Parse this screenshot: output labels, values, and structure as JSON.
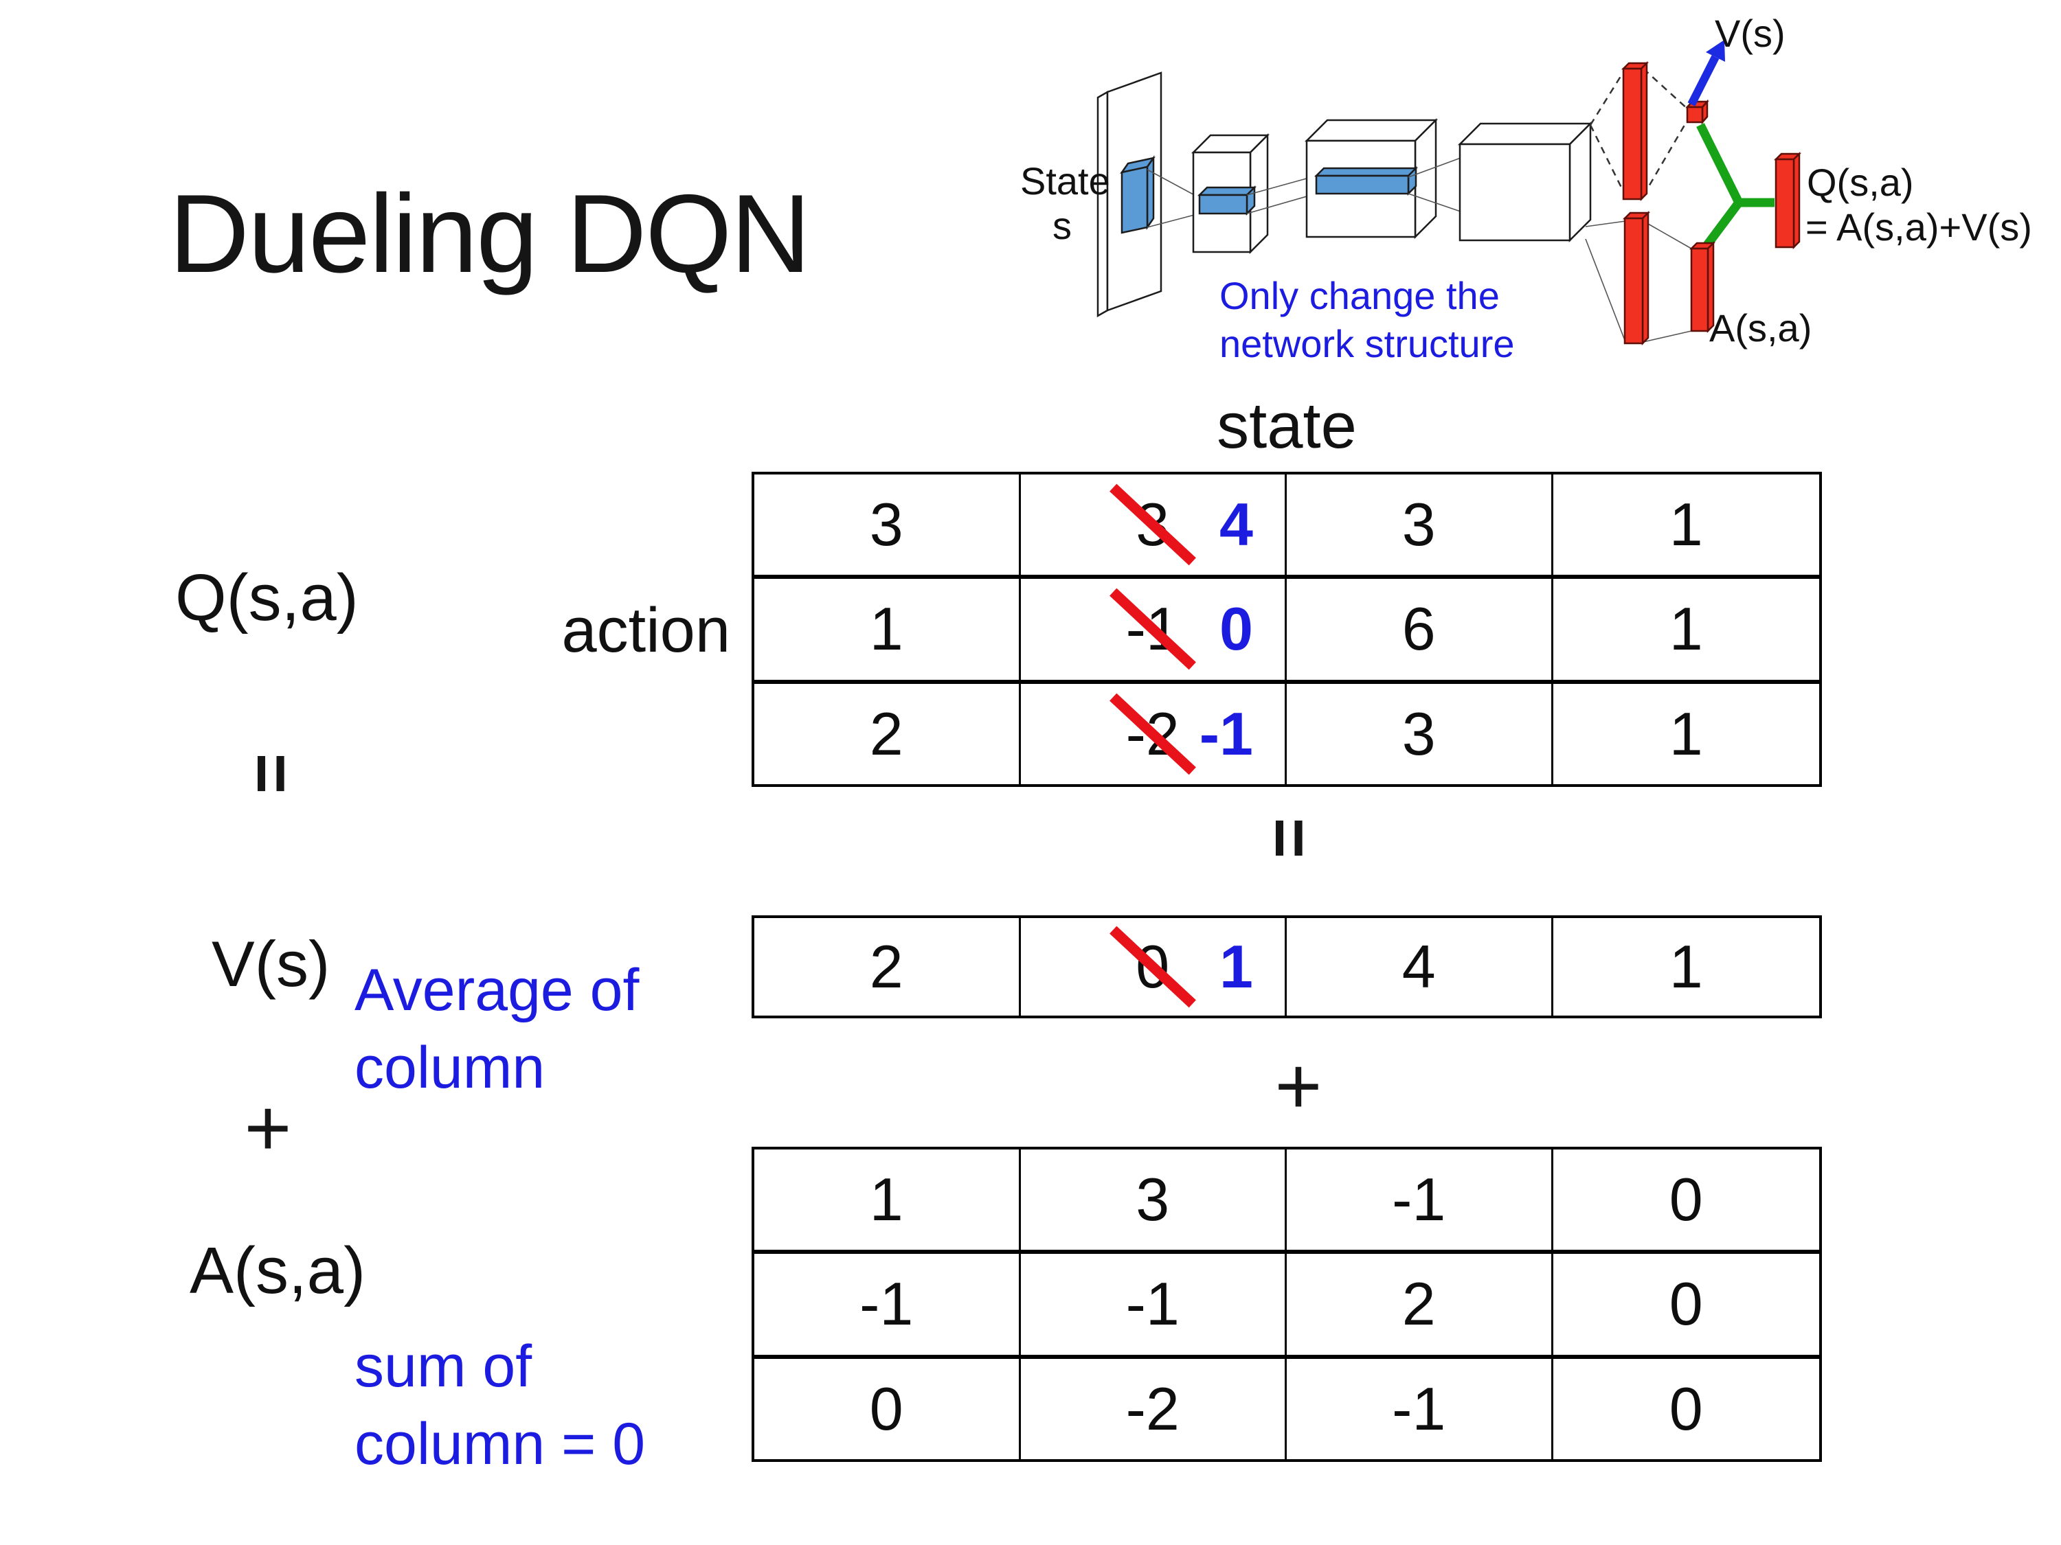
{
  "slide": {
    "title": "Dueling DQN"
  },
  "colors": {
    "text_blue": "#1c1ce0",
    "cross_red": "#e8131a",
    "bar_red": "#f13122",
    "slab_blue": "#5b9bd5",
    "merge_green": "#17a217",
    "arrow_blue": "#1c2be2"
  },
  "diagram": {
    "state_label_line1": "State",
    "state_label_line2": "s",
    "note_line1": "Only change the",
    "note_line2": "network structure",
    "value_output_label": "V(s)",
    "q_output_label": "Q(s,a)",
    "q_output_formula": "= A(s,a)+V(s)",
    "advantage_output_label": "A(s,a)"
  },
  "matrix": {
    "state_axis_label": "state",
    "action_axis_label": "action",
    "q_label": "Q(s,a)",
    "v_label": "V(s)",
    "a_label": "A(s,a)",
    "equals_symbol": "=",
    "plus_symbol": "+",
    "average_note_line1": "Average of",
    "average_note_line2": "column",
    "sum_note_line1": "sum of",
    "sum_note_line2": "column = 0",
    "q_rows": [
      {
        "c0": "3",
        "c1_old": "3",
        "c1_new": "4",
        "c2": "3",
        "c3": "1"
      },
      {
        "c0": "1",
        "c1_old": "-1",
        "c1_new": "0",
        "c2": "6",
        "c3": "1"
      },
      {
        "c0": "2",
        "c1_old": "-2",
        "c1_new": "-1",
        "c2": "3",
        "c3": "1"
      }
    ],
    "v_row": {
      "c0": "2",
      "c1_old": "0",
      "c1_new": "1",
      "c2": "4",
      "c3": "1"
    },
    "a_rows": [
      {
        "c0": "1",
        "c1": "3",
        "c2": "-1",
        "c3": "0"
      },
      {
        "c0": "-1",
        "c1": "-1",
        "c2": "2",
        "c3": "0"
      },
      {
        "c0": "0",
        "c1": "-2",
        "c2": "-1",
        "c3": "0"
      }
    ]
  }
}
